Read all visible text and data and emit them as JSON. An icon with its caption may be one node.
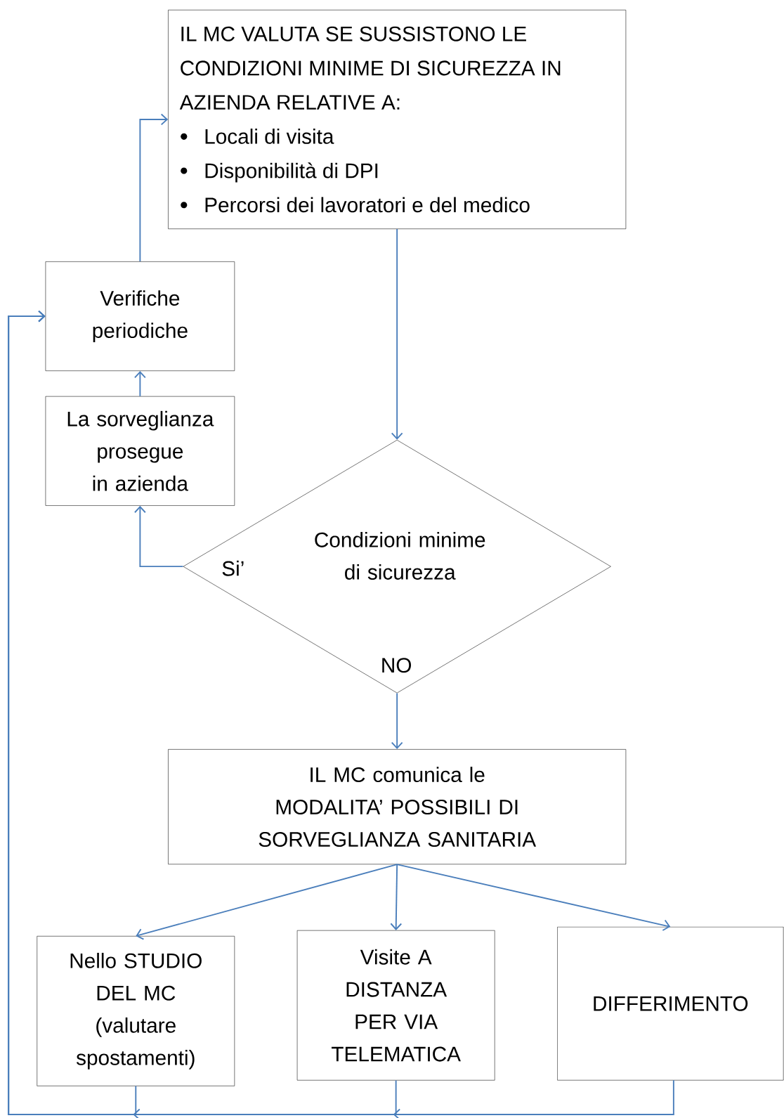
{
  "diagram": {
    "nodes": [
      {
        "text": [
          "IL MC VALUTA SE SUSSISTONO LE CONDIZIONI MINIME DI SICUREZZA IN AZIENDA RELATIVE A:",
          "Locali di visita",
          "Disponibilità di DPI",
          "Percorsi dei lavoratori e del medico"
        ]
      },
      {
        "text": [
          "Verifiche periodiche"
        ]
      },
      {
        "text": [
          "La sorveglianza prosegue in azienda"
        ]
      },
      {
        "text": [
          "Condizioni minime di sicurezza"
        ]
      },
      {
        "text": [
          "IL MC comunica le MODALITA’ POSSIBILI DI SORVEGLIANZA SANITARIA"
        ]
      },
      {
        "text": [
          "Nello STUDIO DEL MC (valutare spostamenti)"
        ]
      },
      {
        "text": [
          "Visite A DISTANZA PER VIA TELEMATICA"
        ]
      },
      {
        "text": [
          "DIFFERIMENTO"
        ]
      }
    ],
    "edges": [
      {
        "from": 0,
        "to": 3,
        "arrow": "to"
      },
      {
        "from": 3,
        "to": 2,
        "arrow": "to",
        "label": "Si’"
      },
      {
        "from": 2,
        "to": 1,
        "arrow": "to"
      },
      {
        "from": 1,
        "to": 0,
        "arrow": "to"
      },
      {
        "from": 3,
        "to": 4,
        "arrow": "to",
        "label": "NO"
      },
      {
        "from": 4,
        "to": 5,
        "arrow": "to"
      },
      {
        "from": 4,
        "to": 6,
        "arrow": "to"
      },
      {
        "from": 4,
        "to": 7,
        "arrow": "to"
      },
      {
        "from": 5,
        "to": 1,
        "arrow": "to"
      },
      {
        "from": 6,
        "to": 1,
        "arrow": "to"
      },
      {
        "from": 7,
        "to": 1,
        "arrow": "to"
      }
    ]
  }
}
